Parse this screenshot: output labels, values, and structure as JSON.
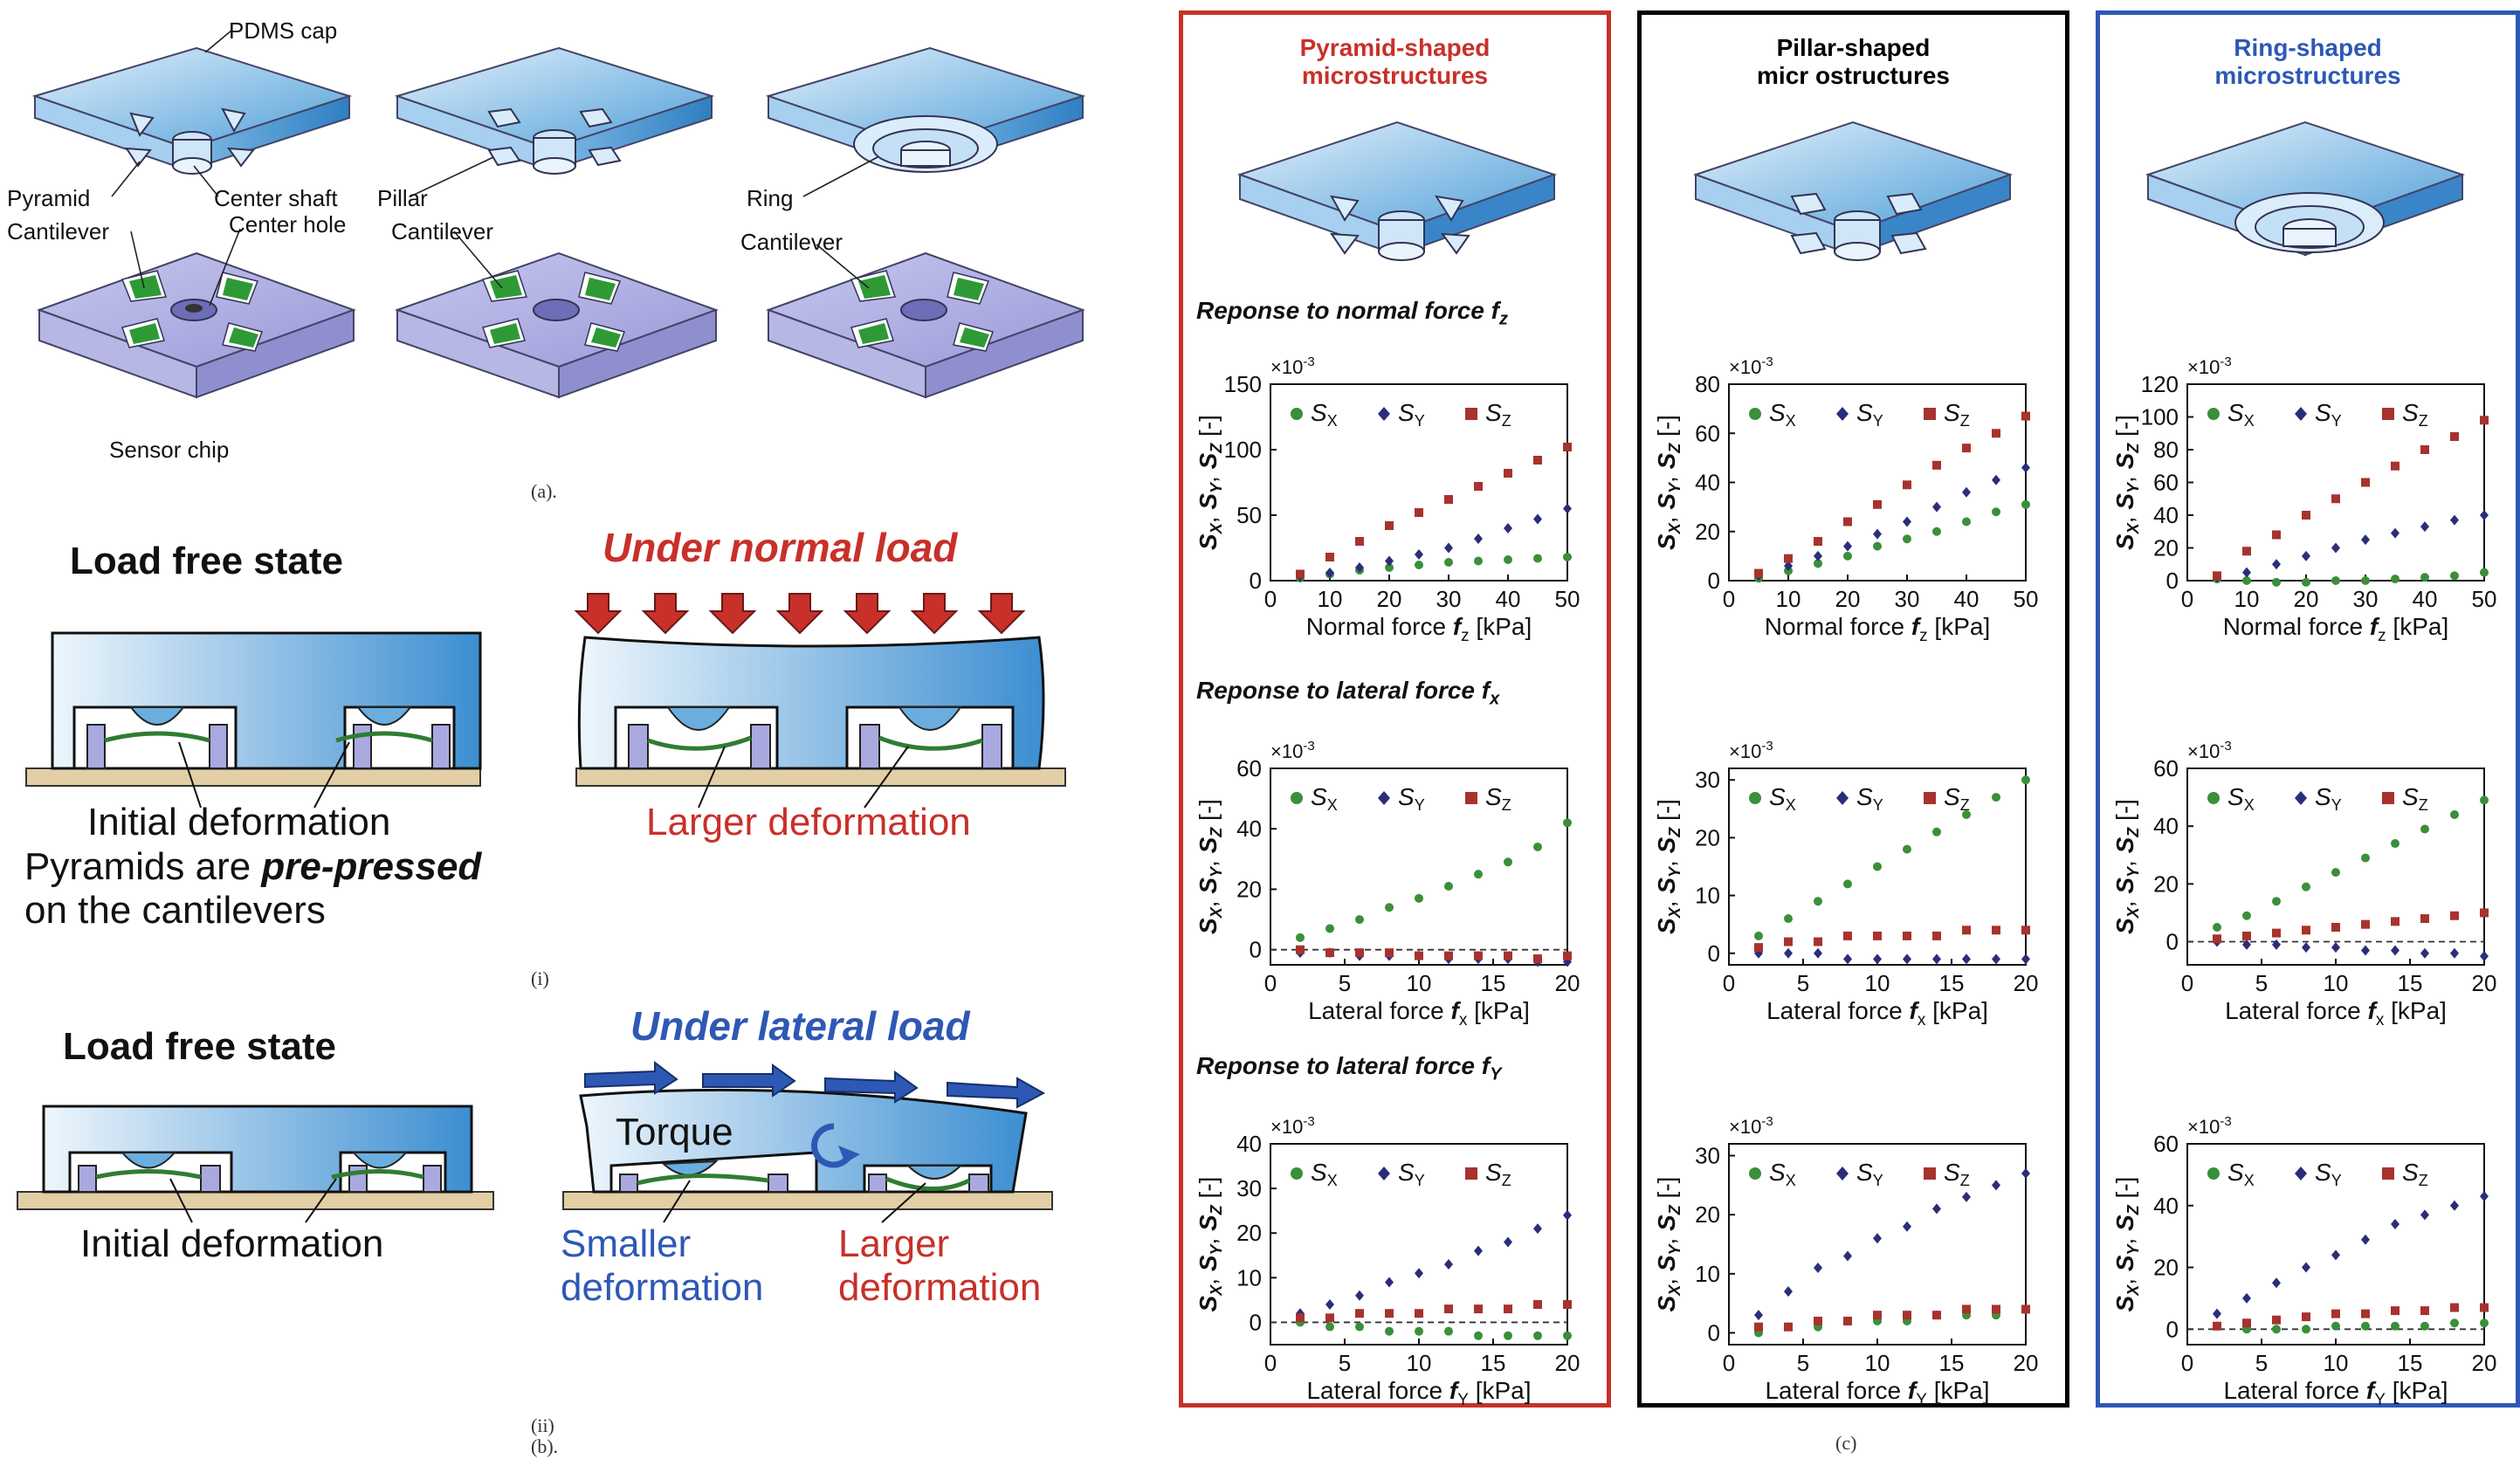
{
  "panel_a": {
    "labels": {
      "pdms_cap": "PDMS cap",
      "pyramid": "Pyramid",
      "center_shaft": "Center shaft",
      "center_hole": "Center hole",
      "cantilever": "Cantilever",
      "pillar": "Pillar",
      "ring": "Ring",
      "sensor_chip": "Sensor chip"
    },
    "caption": "(a)."
  },
  "panel_b": {
    "i": {
      "free_title": "Load free state",
      "load_title": "Under normal load",
      "initial": "Initial deformation",
      "larger": "Larger deformation",
      "note_1": "Pyramids are ",
      "note_em": "pre-pressed",
      "note_2": "on the cantilevers",
      "caption": "(i)"
    },
    "ii": {
      "free_title": "Load free state",
      "load_title": "Under lateral load",
      "torque": "Torque",
      "initial": "Initial deformation",
      "smaller_1": "Smaller",
      "smaller_2": "deformation",
      "larger_1": "Larger",
      "larger_2": "deformation",
      "caption": "(ii)"
    },
    "caption": "(b)."
  },
  "panel_c": {
    "caption": "(c)",
    "columns": [
      {
        "title_1": "Pyramid-shaped",
        "title_2": "microstructures",
        "color": "#c8302a"
      },
      {
        "title_1": "Pillar-shaped",
        "title_2": "micr ostructures",
        "color": "#000000"
      },
      {
        "title_1": "Ring-shaped",
        "title_2": "microstructures",
        "color": "#2e58b5"
      }
    ],
    "rows": [
      {
        "title": "Reponse to normal force f",
        "title_sub": "z"
      },
      {
        "title": "Reponse to lateral force  f",
        "title_sub": "x"
      },
      {
        "title": "Reponse to lateral force  f",
        "title_sub": "Y"
      }
    ],
    "multiplier": "×10",
    "multiplier_exp": "-3",
    "ylabel": "S",
    "legend": [
      "S",
      "S",
      "S"
    ],
    "legend_subs": [
      "X",
      "Y",
      "Z"
    ]
  },
  "colors": {
    "sx": "#3a8f3a",
    "sy": "#2b2d7a",
    "sz": "#a8322d",
    "red": "#c8302a",
    "blue": "#2e58b5",
    "cap_blue": "#6aaee0",
    "chip_purple": "#a9a9e0",
    "cantilever_green": "#2e9a36",
    "substrate": "#e3cfa5"
  },
  "chart_data": [
    {
      "type": "scatter",
      "panel": "pyramid-normal",
      "xlabel": "Normal force",
      "xlabel_sub": "z",
      "unit": " [kPa]",
      "xlim": [
        0,
        50
      ],
      "ylim": [
        0,
        150
      ],
      "xticks": [
        0,
        10,
        20,
        30,
        40,
        50
      ],
      "yticks": [
        0,
        50,
        100,
        150
      ],
      "dashed_zero": true,
      "x": [
        5,
        10,
        15,
        20,
        25,
        30,
        35,
        40,
        45,
        50
      ],
      "series": [
        {
          "name": "S_X",
          "values": [
            2,
            5,
            8,
            10,
            12,
            14,
            15,
            16,
            17,
            18
          ]
        },
        {
          "name": "S_Y",
          "values": [
            3,
            6,
            10,
            15,
            20,
            25,
            32,
            40,
            47,
            55
          ]
        },
        {
          "name": "S_Z",
          "values": [
            5,
            18,
            30,
            42,
            52,
            62,
            72,
            82,
            92,
            102
          ]
        }
      ]
    },
    {
      "type": "scatter",
      "panel": "pillar-normal",
      "xlabel": "Normal force",
      "xlabel_sub": "z",
      "unit": " [kPa]",
      "xlim": [
        0,
        50
      ],
      "ylim": [
        0,
        80
      ],
      "xticks": [
        0,
        10,
        20,
        30,
        40,
        50
      ],
      "yticks": [
        0,
        20,
        40,
        60,
        80
      ],
      "dashed_zero": false,
      "x": [
        5,
        10,
        15,
        20,
        25,
        30,
        35,
        40,
        45,
        50
      ],
      "series": [
        {
          "name": "S_X",
          "values": [
            1,
            4,
            7,
            10,
            14,
            17,
            20,
            24,
            28,
            31
          ]
        },
        {
          "name": "S_Y",
          "values": [
            2,
            6,
            10,
            14,
            19,
            24,
            30,
            36,
            41,
            46
          ]
        },
        {
          "name": "S_Z",
          "values": [
            3,
            9,
            16,
            24,
            31,
            39,
            47,
            54,
            60,
            67
          ]
        }
      ]
    },
    {
      "type": "scatter",
      "panel": "ring-normal",
      "xlabel": "Normal force",
      "xlabel_sub": "z",
      "unit": " [kPa]",
      "xlim": [
        0,
        50
      ],
      "ylim": [
        0,
        120
      ],
      "xticks": [
        0,
        10,
        20,
        30,
        40,
        50
      ],
      "yticks": [
        0,
        20,
        40,
        60,
        80,
        100,
        120
      ],
      "dashed_zero": true,
      "x": [
        5,
        10,
        15,
        20,
        25,
        30,
        35,
        40,
        45,
        50
      ],
      "series": [
        {
          "name": "S_X",
          "values": [
            1,
            0,
            -1,
            -1,
            0,
            0,
            1,
            2,
            3,
            5
          ]
        },
        {
          "name": "S_Y",
          "values": [
            2,
            5,
            10,
            15,
            20,
            25,
            29,
            33,
            37,
            40
          ]
        },
        {
          "name": "S_Z",
          "values": [
            3,
            18,
            28,
            40,
            50,
            60,
            70,
            80,
            88,
            98
          ]
        }
      ]
    },
    {
      "type": "scatter",
      "panel": "pyramid-lateral-x",
      "xlabel": "Lateral force",
      "xlabel_sub": "x",
      "unit": " [kPa]",
      "xlim": [
        0,
        20
      ],
      "ylim": [
        -5,
        60
      ],
      "xticks": [
        0,
        5,
        10,
        15,
        20
      ],
      "yticks": [
        0,
        20,
        40,
        60
      ],
      "dashed_zero": true,
      "x": [
        2,
        4,
        6,
        8,
        10,
        12,
        14,
        16,
        18,
        20
      ],
      "series": [
        {
          "name": "S_X",
          "values": [
            4,
            7,
            10,
            14,
            17,
            21,
            25,
            29,
            34,
            42
          ]
        },
        {
          "name": "S_Y",
          "values": [
            -1,
            -1,
            -2,
            -2,
            -2,
            -3,
            -3,
            -3,
            -4,
            -4
          ]
        },
        {
          "name": "S_Z",
          "values": [
            0,
            -1,
            -1,
            -1,
            -2,
            -2,
            -2,
            -2,
            -3,
            -2
          ]
        }
      ]
    },
    {
      "type": "scatter",
      "panel": "pillar-lateral-x",
      "xlabel": "Lateral force",
      "xlabel_sub": "x",
      "unit": " [kPa]",
      "xlim": [
        0,
        20
      ],
      "ylim": [
        -2,
        32
      ],
      "xticks": [
        0,
        5,
        10,
        15,
        20
      ],
      "yticks": [
        0,
        10,
        20,
        30
      ],
      "dashed_zero": false,
      "x": [
        2,
        4,
        6,
        8,
        10,
        12,
        14,
        16,
        18,
        20
      ],
      "series": [
        {
          "name": "S_X",
          "values": [
            3,
            6,
            9,
            12,
            15,
            18,
            21,
            24,
            27,
            30
          ]
        },
        {
          "name": "S_Y",
          "values": [
            0,
            0,
            0,
            -1,
            -1,
            -1,
            -1,
            -1,
            -1,
            -1
          ]
        },
        {
          "name": "S_Z",
          "values": [
            1,
            2,
            2,
            3,
            3,
            3,
            3,
            4,
            4,
            4
          ]
        }
      ]
    },
    {
      "type": "scatter",
      "panel": "ring-lateral-x",
      "xlabel": "Lateral force",
      "xlabel_sub": "x",
      "unit": " [kPa]",
      "xlim": [
        0,
        20
      ],
      "ylim": [
        -8,
        60
      ],
      "xticks": [
        0,
        5,
        10,
        15,
        20
      ],
      "yticks": [
        0,
        20,
        40,
        60
      ],
      "dashed_zero": true,
      "x": [
        2,
        4,
        6,
        8,
        10,
        12,
        14,
        16,
        18,
        20
      ],
      "series": [
        {
          "name": "S_X",
          "values": [
            5,
            9,
            14,
            19,
            24,
            29,
            34,
            39,
            44,
            49
          ]
        },
        {
          "name": "S_Y",
          "values": [
            0,
            -1,
            -1,
            -2,
            -2,
            -3,
            -3,
            -4,
            -4,
            -5
          ]
        },
        {
          "name": "S_Z",
          "values": [
            1,
            2,
            3,
            4,
            5,
            6,
            7,
            8,
            9,
            10
          ]
        }
      ]
    },
    {
      "type": "scatter",
      "panel": "pyramid-lateral-y",
      "xlabel": "Lateral force",
      "xlabel_sub": "Y",
      "unit": " [kPa]",
      "xlim": [
        0,
        20
      ],
      "ylim": [
        -5,
        40
      ],
      "xticks": [
        0,
        5,
        10,
        15,
        20
      ],
      "yticks": [
        0,
        10,
        20,
        30,
        40
      ],
      "dashed_zero": true,
      "x": [
        2,
        4,
        6,
        8,
        10,
        12,
        14,
        16,
        18,
        20
      ],
      "series": [
        {
          "name": "S_X",
          "values": [
            0,
            -1,
            -1,
            -2,
            -2,
            -2,
            -3,
            -3,
            -3,
            -3
          ]
        },
        {
          "name": "S_Y",
          "values": [
            2,
            4,
            6,
            9,
            11,
            13,
            16,
            18,
            21,
            24
          ]
        },
        {
          "name": "S_Z",
          "values": [
            1,
            1,
            2,
            2,
            2,
            3,
            3,
            3,
            4,
            4
          ]
        }
      ]
    },
    {
      "type": "scatter",
      "panel": "pillar-lateral-y",
      "xlabel": "Lateral force",
      "xlabel_sub": "Y",
      "unit": " [kPa]",
      "xlim": [
        0,
        20
      ],
      "ylim": [
        -2,
        32
      ],
      "xticks": [
        0,
        5,
        10,
        15,
        20
      ],
      "yticks": [
        0,
        10,
        20,
        30
      ],
      "dashed_zero": false,
      "x": [
        2,
        4,
        6,
        8,
        10,
        12,
        14,
        16,
        18,
        20
      ],
      "series": [
        {
          "name": "S_X",
          "values": [
            0,
            1,
            1,
            2,
            2,
            2,
            3,
            3,
            3,
            4
          ]
        },
        {
          "name": "S_Y",
          "values": [
            3,
            7,
            11,
            13,
            16,
            18,
            21,
            23,
            25,
            27
          ]
        },
        {
          "name": "S_Z",
          "values": [
            1,
            1,
            2,
            2,
            3,
            3,
            3,
            4,
            4,
            4
          ]
        }
      ]
    },
    {
      "type": "scatter",
      "panel": "ring-lateral-y",
      "xlabel": "Lateral force",
      "xlabel_sub": "Y",
      "unit": " [kPa]",
      "xlim": [
        0,
        20
      ],
      "ylim": [
        -5,
        60
      ],
      "xticks": [
        0,
        5,
        10,
        15,
        20
      ],
      "yticks": [
        0,
        20,
        40,
        60
      ],
      "dashed_zero": true,
      "x": [
        2,
        4,
        6,
        8,
        10,
        12,
        14,
        16,
        18,
        20
      ],
      "series": [
        {
          "name": "S_X",
          "values": [
            1,
            0,
            0,
            0,
            1,
            1,
            1,
            1,
            2,
            2
          ]
        },
        {
          "name": "S_Y",
          "values": [
            5,
            10,
            15,
            20,
            24,
            29,
            34,
            37,
            40,
            43
          ]
        },
        {
          "name": "S_Z",
          "values": [
            1,
            2,
            3,
            4,
            5,
            5,
            6,
            6,
            7,
            7
          ]
        }
      ]
    }
  ]
}
